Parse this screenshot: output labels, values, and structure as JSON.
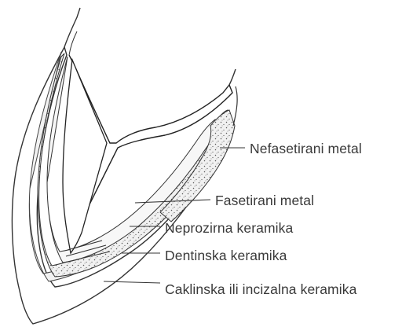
{
  "labels": [
    "Nefasetirani metal",
    "Fasetirani metal",
    "Neprozirna keramika",
    "Dentinska keramika",
    "Caklinska ili incizalna keramika"
  ]
}
